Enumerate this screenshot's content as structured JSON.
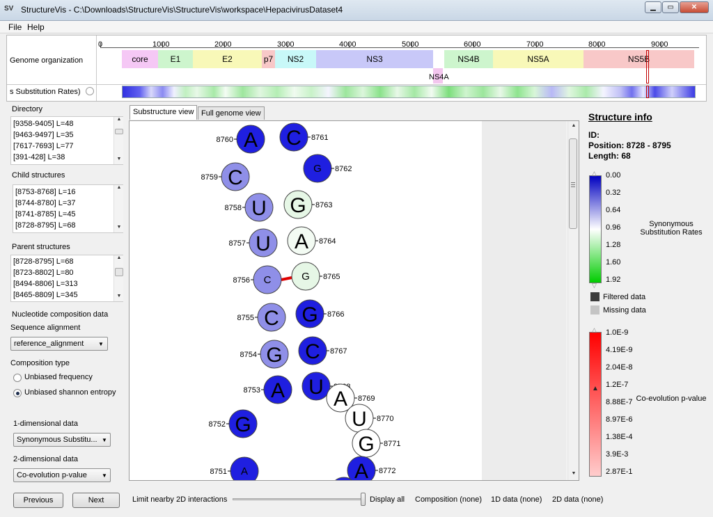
{
  "window": {
    "icon": "SV",
    "title": "StructureVis - C:\\Downloads\\StructureVis\\StructureVis\\workspace\\HepacivirusDataset4",
    "minimize": "▁",
    "maximize": "▭",
    "close": "✕"
  },
  "menu": {
    "file": "File",
    "help": "Help"
  },
  "genome": {
    "row_label": "Genome organization",
    "rates_label": "s Substitution Rates)",
    "ticks": [
      "0",
      "1000",
      "2000",
      "3000",
      "4000",
      "5000",
      "6000",
      "7000",
      "8000",
      "9000"
    ],
    "genes": [
      "core",
      "E1",
      "E2",
      "p7",
      "NS2",
      "NS3",
      "NS4B",
      "NS5A",
      "NS5B"
    ],
    "ns4a": "NS4A"
  },
  "left": {
    "directory_title": "Directory",
    "directory_items": [
      "[9358-9405] L=48",
      "[9463-9497] L=35",
      "[7617-7693] L=77",
      "[391-428] L=38"
    ],
    "child_title": "Child structures",
    "child_items": [
      "[8753-8768] L=16",
      "[8744-8780] L=37",
      "[8741-8785] L=45",
      "[8728-8795] L=68"
    ],
    "parent_title": "Parent structures",
    "parent_items": [
      "[8728-8795] L=68",
      "[8723-8802] L=80",
      "[8494-8806] L=313",
      "[8465-8809] L=345"
    ],
    "nucleotide_title": "Nucleotide composition data",
    "alignment_label": "Sequence alignment",
    "alignment_value": "reference_alignment",
    "composition_label": "Composition type",
    "radio_unbiased_freq": "Unbiased frequency",
    "radio_unbiased_shannon": "Unbiased shannon entropy",
    "oned_label": "1-dimensional data",
    "oned_value": "Synonymous Substitu...",
    "twod_label": "2-dimensional data",
    "twod_value": "Co-evolution p-value"
  },
  "tabs": {
    "substructure": "Substructure view",
    "full_genome": "Full genome view"
  },
  "structure": {
    "pair_color": "#e00000",
    "nodes": [
      {
        "pos": "8760",
        "base": "A",
        "color": "#1f1fe0"
      },
      {
        "pos": "8761",
        "base": "C",
        "color": "#1f1fe0"
      },
      {
        "pos": "8762",
        "base": "G",
        "color": "#1f1fe0"
      },
      {
        "pos": "8759",
        "base": "C",
        "color": "#8f8fe8"
      },
      {
        "pos": "8758",
        "base": "U",
        "color": "#8f8fe8"
      },
      {
        "pos": "8763",
        "base": "G",
        "color": "#e6f7e6"
      },
      {
        "pos": "8757",
        "base": "U",
        "color": "#8f8fe8"
      },
      {
        "pos": "8764",
        "base": "A",
        "color": "#f3fbf3"
      },
      {
        "pos": "8756",
        "base": "C",
        "color": "#8f8fe8"
      },
      {
        "pos": "8765",
        "base": "G",
        "color": "#e6f7e6"
      },
      {
        "pos": "8755",
        "base": "C",
        "color": "#8f8fe8"
      },
      {
        "pos": "8766",
        "base": "G",
        "color": "#1f1fe0"
      },
      {
        "pos": "8754",
        "base": "G",
        "color": "#8f8fe8"
      },
      {
        "pos": "8767",
        "base": "C",
        "color": "#1f1fe0"
      },
      {
        "pos": "8753",
        "base": "A",
        "color": "#1f1fe0"
      },
      {
        "pos": "8768",
        "base": "U",
        "color": "#1f1fe0"
      },
      {
        "pos": "8769",
        "base": "A",
        "color": "#ffffff"
      },
      {
        "pos": "8770",
        "base": "U",
        "color": "#ffffff"
      },
      {
        "pos": "8771",
        "base": "G",
        "color": "#ffffff"
      },
      {
        "pos": "8752",
        "base": "G",
        "color": "#1f1fe0"
      },
      {
        "pos": "8751",
        "base": "A",
        "color": "#1f1fe0"
      },
      {
        "pos": "8772",
        "base": "A",
        "color": "#1f1fe0"
      }
    ]
  },
  "info": {
    "title": "Structure info",
    "id": "ID:",
    "position": "Position: 8728 - 8795",
    "length": "Length: 68",
    "syn_ticks": [
      "0.00",
      "0.32",
      "0.64",
      "0.96",
      "1.28",
      "1.60",
      "1.92"
    ],
    "syn_title": "Synonymous Substitution Rates",
    "filtered": "Filtered data",
    "missing": "Missing data",
    "coevo_ticks": [
      "1.0E-9",
      "4.19E-9",
      "2.04E-8",
      "1.2E-7",
      "8.88E-7",
      "8.97E-6",
      "1.38E-4",
      "3.9E-3",
      "2.87E-1"
    ],
    "coevo_title": "Co-evolution p-value",
    "syn_colors": {
      "top": "#0000c0",
      "mid": "#ffffff",
      "bottom": "#00cc00"
    },
    "coevo_colors": {
      "top": "#ff0000",
      "bottom": "#ffcccc"
    }
  },
  "bottom": {
    "previous": "Previous",
    "next": "Next",
    "limit_label": "Limit nearby 2D interactions",
    "display_all": "Display all",
    "composition": "Composition (none)",
    "oned": "1D data (none)",
    "twod": "2D data (none)"
  }
}
